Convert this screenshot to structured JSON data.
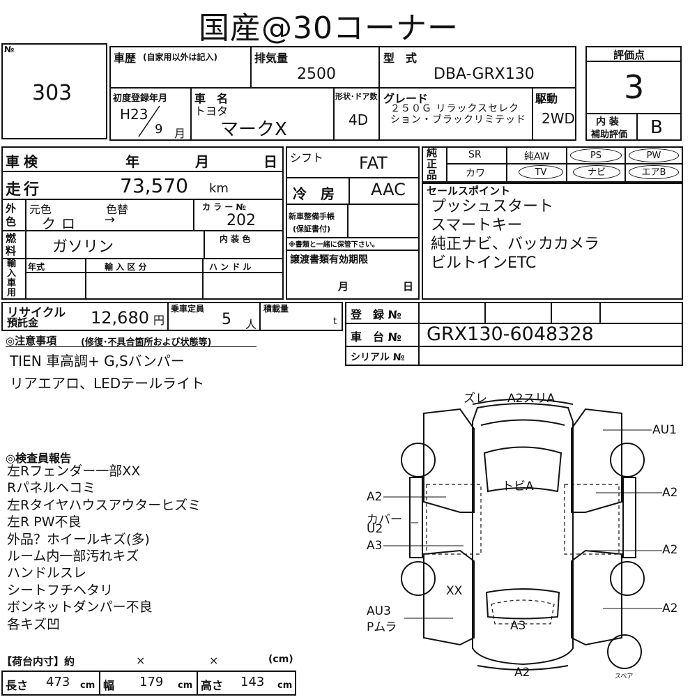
{
  "title": "国産@30コーナー",
  "lot": {
    "no_label": "№",
    "number": "303"
  },
  "history": {
    "label": "車歴",
    "note": "(自家用以外は記入)"
  },
  "displacement": {
    "label": "排気量",
    "value": "2500"
  },
  "model": {
    "label": "型　式",
    "value": "DBA-GRX130"
  },
  "score": {
    "label": "評価点",
    "value": "3",
    "interior_label_1": "内 装",
    "interior_label_2": "補助評価",
    "interior_value": "B"
  },
  "registration": {
    "label": "初度登録年月",
    "era": "H23",
    "month": "9",
    "month_unit": "月"
  },
  "car_name": {
    "label": "車　名",
    "maker": "トヨタ",
    "value": "マークX"
  },
  "body": {
    "label": "形状･ドア数",
    "value": "4D"
  },
  "grade": {
    "label": "グレード",
    "value": "２５０Ｇ リラックスセレクション・ブラックリミテッド"
  },
  "drive": {
    "label": "駆動",
    "value": "2WD"
  },
  "inspection": {
    "label": "車検",
    "year": "年",
    "month": "月",
    "day": "日"
  },
  "mileage": {
    "label": "走行",
    "value": "73,570",
    "unit": "km"
  },
  "shift": {
    "label": "シフト",
    "value": "FAT"
  },
  "ac": {
    "label": "冷　房",
    "value": "AAC"
  },
  "exterior_color": {
    "side_label": "外色",
    "orig_label": "元色",
    "change_label": "色替",
    "orig": "クロ",
    "change": "→",
    "color_no_label": "カ ラ ー №",
    "color_no": "202"
  },
  "fuel": {
    "label": "燃料",
    "value": "ガソリン",
    "interior_color_label": "内 装 色"
  },
  "maintenance": {
    "label": "新車整備手帳",
    "sub": "(保証書付)",
    "note": "※書類と一緒に保管下さい。"
  },
  "import": {
    "label": "輸入車用",
    "year_label": "年式",
    "category_label": "輸 入 区 分",
    "handle_label": "ハ ン ド ル"
  },
  "transfer": {
    "label": "譲渡書類有効期限",
    "month": "月",
    "day": "日"
  },
  "equipment": {
    "label": "純正品",
    "items": [
      "SR",
      "純AW",
      "PS",
      "PW",
      "カワ",
      "TV",
      "ナビ",
      "エアB"
    ]
  },
  "sales_points": {
    "label": "セールスポイント",
    "lines": [
      "プッシュスタート",
      "スマートキー",
      "純正ナビ、バッカカメラ",
      "ビルトインETC"
    ]
  },
  "recycle": {
    "label_1": "リサイクル",
    "label_2": "預託金",
    "value": "12,680",
    "unit": "円"
  },
  "capacity": {
    "label": "乗車定員",
    "value": "5",
    "unit": "人"
  },
  "load": {
    "label": "積載量",
    "unit": "t"
  },
  "reg_no": {
    "label": "登　録 №"
  },
  "chassis": {
    "label": "車　台 №",
    "value": "GRX130-6048328"
  },
  "serial": {
    "label": "シリアル №"
  },
  "notes": {
    "label": "◎注意事項",
    "sub": "(修復･不具合箇所および状態等)",
    "lines": [
      "TIEN 車高調+ G,Sバンパー",
      "リアエアロ、LEDテールライト"
    ]
  },
  "inspector": {
    "label": "◎検査員報告",
    "lines": [
      "左Rフェンダー一部XX",
      "Rパネルヘコミ",
      "左Rタイヤハウスアウターヒズミ",
      "左R PW不良",
      "外品？ホイールキズ(多)",
      "ルーム内一部汚れキズ",
      "ハンドルスレ",
      "シートフチヘタリ",
      "ボンネットダンパー不良",
      "各キズ凹"
    ]
  },
  "cargo": {
    "label": "【荷台内寸】約",
    "x1": "×",
    "x2": "×",
    "unit": "(cm)",
    "length_label": "長さ",
    "length": "473",
    "width_label": "幅",
    "width": "179",
    "height_label": "高さ",
    "height": "143",
    "cm": "cm"
  },
  "diagram": {
    "top_1": "ズレ",
    "top_2": "A2スリA",
    "hood": "トビA",
    "au1": "AU1",
    "r1": "A2",
    "r2": "A2",
    "r3": "A2",
    "l1": "A2",
    "l2a": "カバー",
    "l2b": "U2",
    "l3": "A3",
    "xx": "XX",
    "l4a": "AU3",
    "l4b": "Pムラ",
    "rear": "A3",
    "bottom": "A2",
    "spare": "スペア"
  }
}
